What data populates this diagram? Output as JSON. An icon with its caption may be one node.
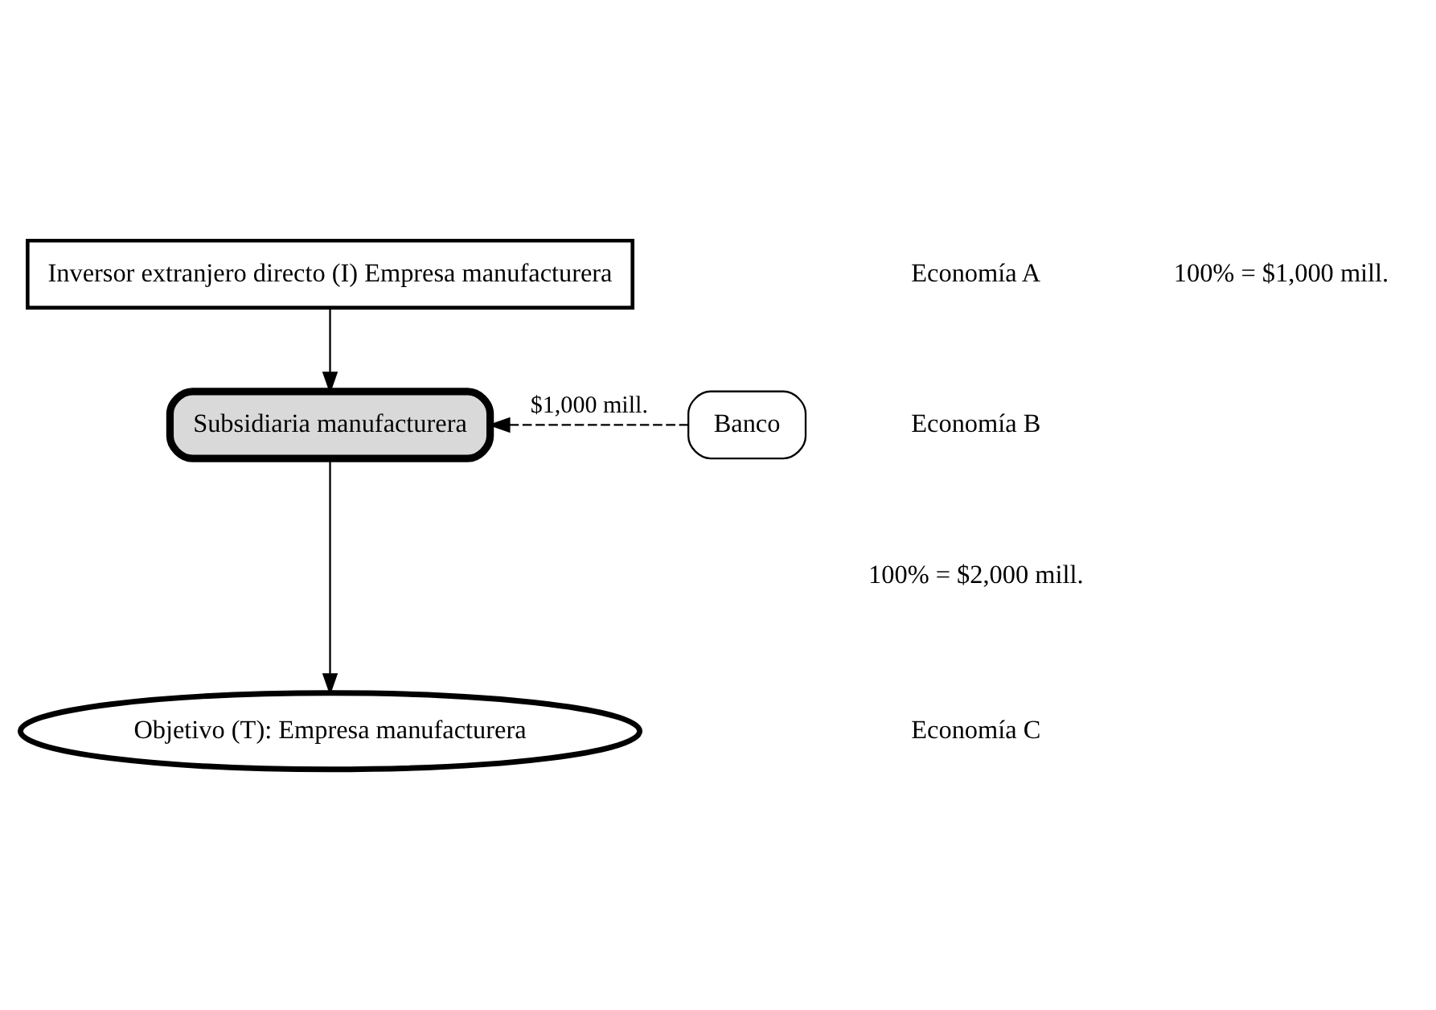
{
  "diagram": {
    "nodes": [
      {
        "text": [
          "Inversor extranjero directo (I) Empresa manufacturera"
        ]
      },
      {
        "text": [
          "Subsidiaria manufacturera"
        ]
      },
      {
        "text": [
          "Banco"
        ]
      },
      {
        "text": [
          "Objetivo (T): Empresa manufacturera"
        ]
      }
    ],
    "edges": [
      {
        "from": 0,
        "to": 1,
        "arrow": "to"
      },
      {
        "from": 2,
        "to": 1,
        "arrow": "to",
        "style": "dashed",
        "label": "$1,000 mill."
      },
      {
        "from": 1,
        "to": 3,
        "arrow": "to"
      }
    ],
    "labels": [
      "Economía A",
      "100% = $1,000 mill.",
      "Economía B",
      "100% = $2,000 mill.",
      "Economía C"
    ]
  }
}
